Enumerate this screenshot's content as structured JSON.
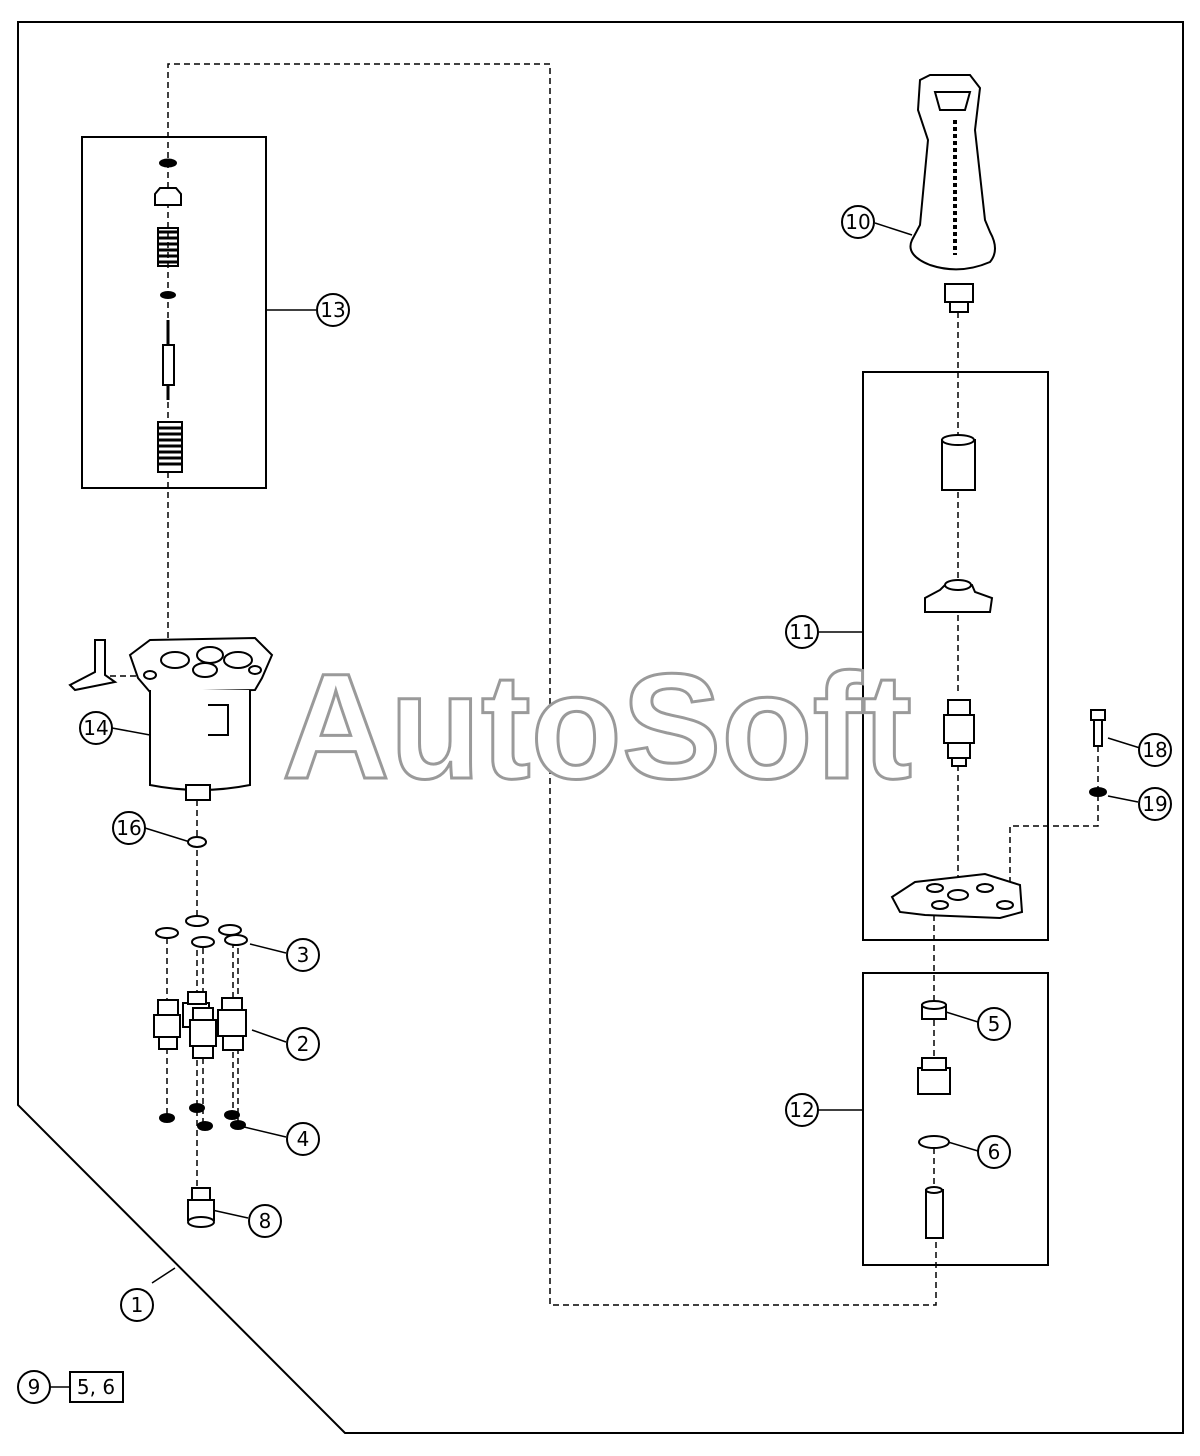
{
  "watermark": "AutoSoft",
  "callouts": {
    "c1": "1",
    "c2": "2",
    "c3": "3",
    "c4": "4",
    "c5": "5",
    "c6": "6",
    "c8": "8",
    "c9": "9",
    "c10": "10",
    "c11": "11",
    "c12": "12",
    "c13": "13",
    "c14": "14",
    "c16": "16",
    "c18": "18",
    "c19": "19"
  },
  "kit_note": "5, 6"
}
